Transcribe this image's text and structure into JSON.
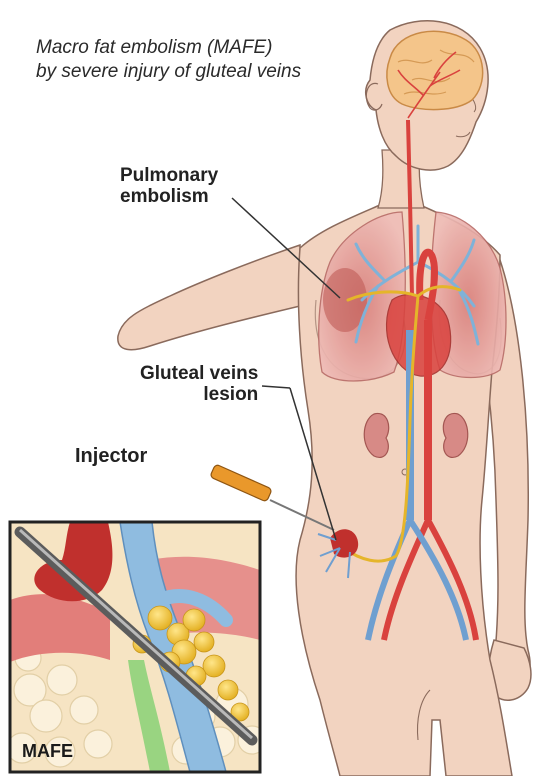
{
  "title": {
    "line1": "Macro fat embolism (MAFE)",
    "line2": "by severe injury of gluteal veins"
  },
  "labels": {
    "pulmonary_line1": "Pulmonary",
    "pulmonary_line2": "embolism",
    "gluteal_line1": "Gluteal veins",
    "gluteal_line2": "lesion",
    "injector": "Injector",
    "inset": "MAFE"
  },
  "colors": {
    "skin": "#f2d3c0",
    "skin_outline": "#8a6a5c",
    "artery": "#d9423e",
    "vein": "#6f9fd0",
    "fat": "#f1c232",
    "lung": "#e6a7a3",
    "injector": "#e9982b"
  }
}
